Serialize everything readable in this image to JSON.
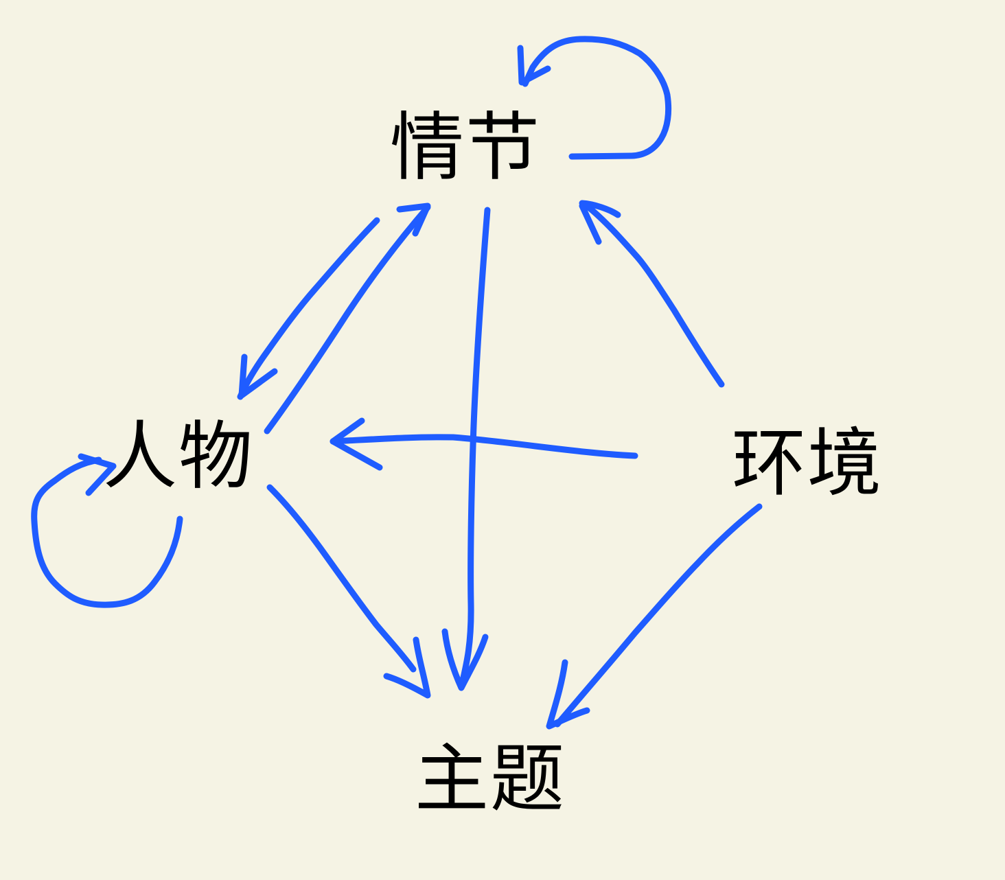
{
  "diagram": {
    "background_color": "#f5f3e4",
    "edge_color": "#1f5cff",
    "text_color": "#000000",
    "nodes": {
      "plot": {
        "label": "情节"
      },
      "character": {
        "label": "人物"
      },
      "setting": {
        "label": "环境"
      },
      "theme": {
        "label": "主题"
      }
    },
    "edges": [
      {
        "id": "plot-self",
        "from": "plot",
        "to": "plot"
      },
      {
        "id": "plot-to-character",
        "from": "plot",
        "to": "character"
      },
      {
        "id": "character-to-plot",
        "from": "character",
        "to": "plot"
      },
      {
        "id": "character-self",
        "from": "character",
        "to": "character"
      },
      {
        "id": "plot-to-theme",
        "from": "plot",
        "to": "theme"
      },
      {
        "id": "setting-to-plot",
        "from": "setting",
        "to": "plot"
      },
      {
        "id": "setting-to-character",
        "from": "setting",
        "to": "character"
      },
      {
        "id": "character-to-theme",
        "from": "character",
        "to": "theme"
      },
      {
        "id": "setting-to-theme",
        "from": "setting",
        "to": "theme"
      }
    ]
  }
}
